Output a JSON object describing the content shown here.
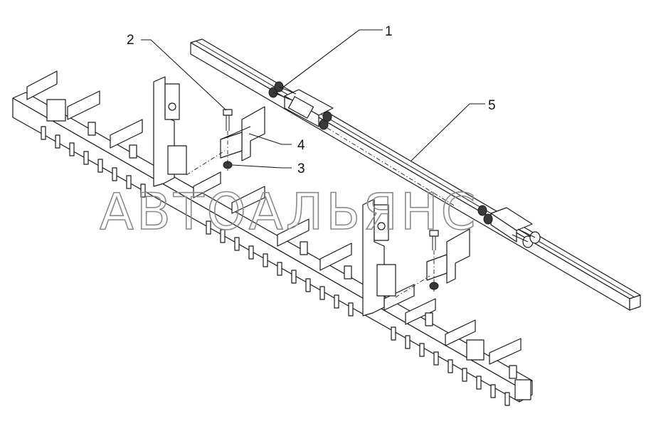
{
  "callouts": [
    {
      "id": "1",
      "label": "1"
    },
    {
      "id": "2",
      "label": "2"
    },
    {
      "id": "3",
      "label": "3"
    },
    {
      "id": "4",
      "label": "4"
    },
    {
      "id": "5",
      "label": "5"
    }
  ],
  "watermark": "АВТОАЛЬЯНС",
  "colors": {
    "line": "#1a1a1a",
    "fill": "#ffffff",
    "watermark": "#8a8a8a"
  }
}
